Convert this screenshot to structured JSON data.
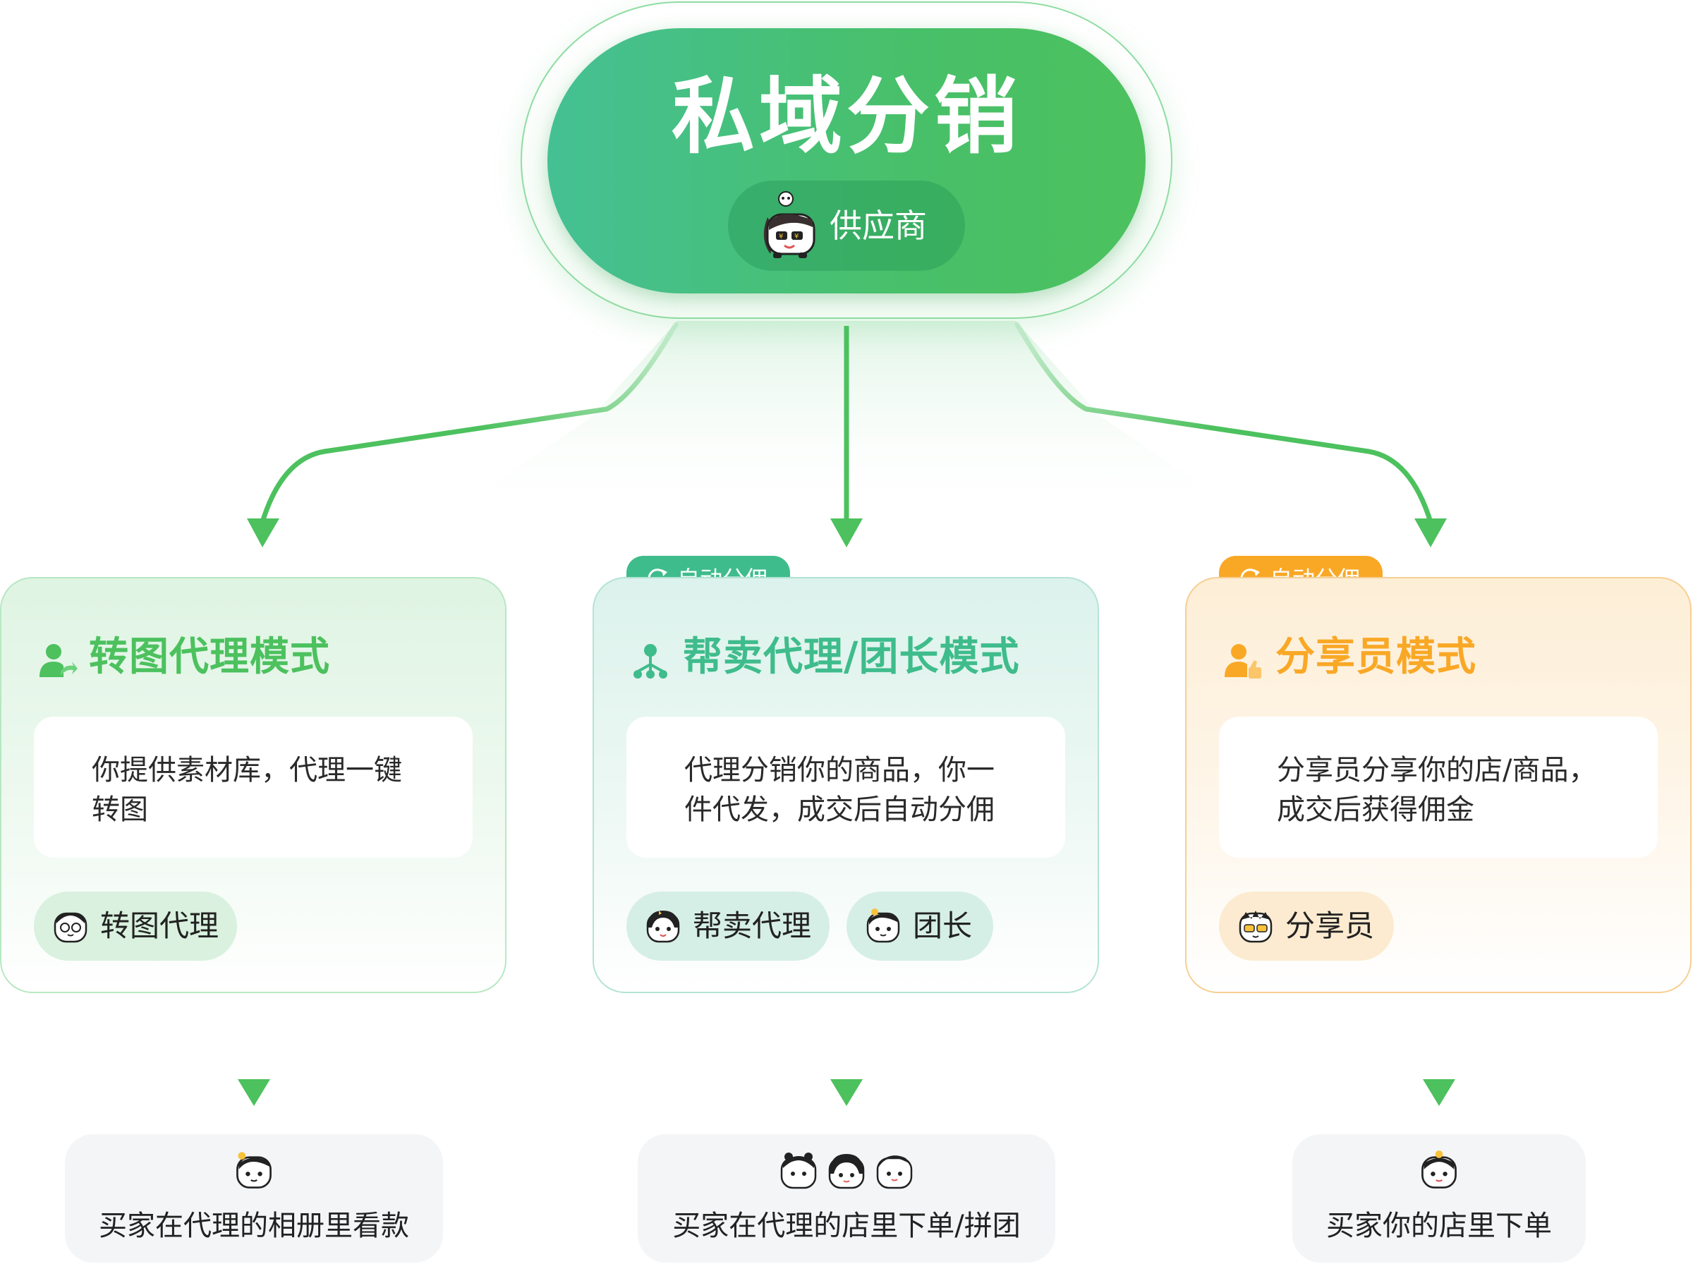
{
  "top": {
    "title": "私域分销",
    "supplier_label": "供应商"
  },
  "modes": [
    {
      "title": "转图代理模式",
      "description": "你提供素材库，代理一键转图",
      "roles": [
        "转图代理"
      ],
      "badge": "",
      "result": "买家在代理的相册里看款"
    },
    {
      "title": "帮卖代理/团长模式",
      "description": "代理分销你的商品，你一件代发，成交后自动分佣",
      "roles": [
        "帮卖代理",
        "团长"
      ],
      "badge": "自动分佣",
      "result": "买家在代理的店里下单/拼团"
    },
    {
      "title": "分享员模式",
      "description": "分享员分享你的店/商品，成交后获得佣金",
      "roles": [
        "分享员"
      ],
      "badge": "自动分佣",
      "result": "买家你的店里下单"
    }
  ],
  "colors": {
    "green": "#4cc15e",
    "teal": "#3fbc8c",
    "orange": "#f9a826",
    "arrow": "#4cc15e"
  }
}
